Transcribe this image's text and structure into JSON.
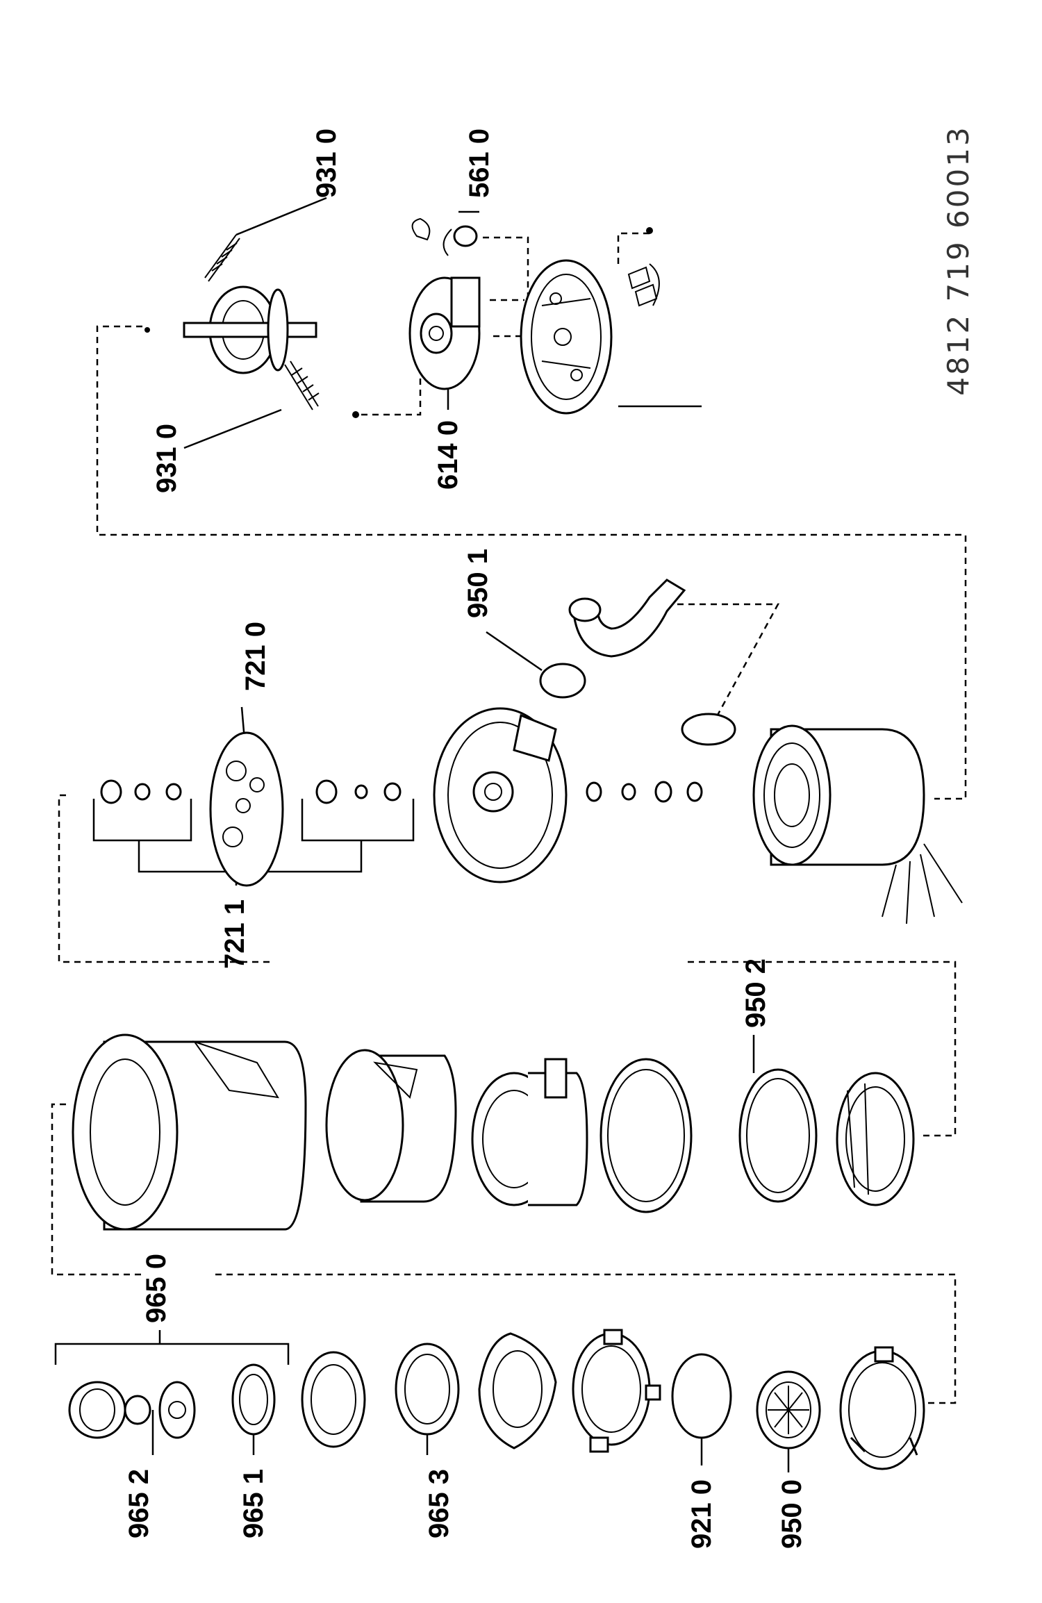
{
  "document_number": "4812 719 60013",
  "labels": {
    "931_0_top": "931 0",
    "931_0_bottom": "931 0",
    "561_0": "561 0",
    "614_0": "614 0",
    "721_0": "721 0",
    "721_1": "721 1",
    "950_1": "950 1",
    "950_2": "950 2",
    "965_0": "965 0",
    "965_2": "965  2",
    "965_1": "965 1",
    "965_3": "965  3",
    "921_0": "921 0",
    "950_0": "950 0"
  },
  "colors": {
    "ink": "#000000",
    "paper": "#ffffff",
    "doc_number": "#333333"
  }
}
